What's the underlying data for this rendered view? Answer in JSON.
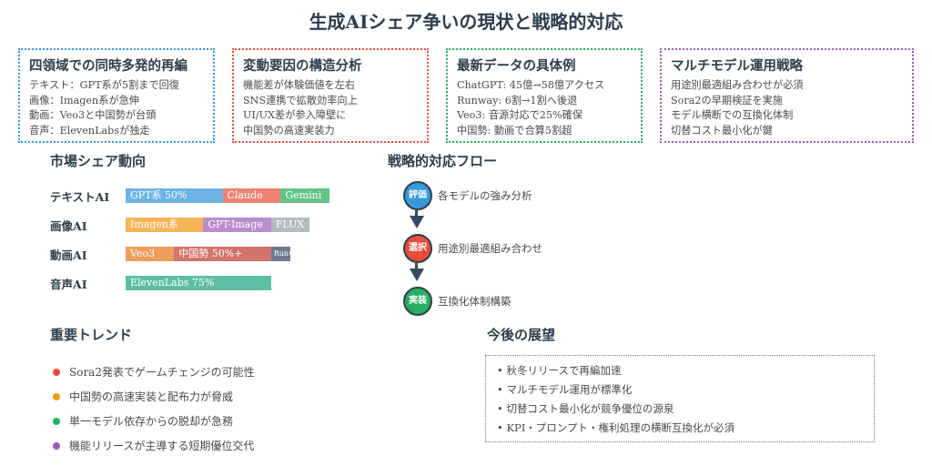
{
  "title": "生成AIシェア争いの現状と戦略的対応",
  "cards": [
    {
      "title": "四領域での同時多発的再編",
      "color": "#3498db",
      "lines": [
        "テキスト：GPT系が5割まで回復",
        "画像：Imagen系が急伸",
        "動画：Veo3と中国勢が台頭",
        "音声：ElevenLabsが独走"
      ]
    },
    {
      "title": "変動要因の構造分析",
      "color": "#e74c3c",
      "lines": [
        "機能差が体験価値を左右",
        "SNS連携で拡散効率向上",
        "UI/UX差が参入障壁に",
        "中国勢の高速実装力"
      ]
    },
    {
      "title": "最新データの具体例",
      "color": "#27ae60",
      "lines": [
        "ChatGPT: 45億→58億アクセス",
        "Runway: 6割→1割へ後退",
        "Veo3: 音源対応で25%確保",
        "中国勢: 動画で合算5割超"
      ]
    },
    {
      "title": "マルチモデル運用戦略",
      "color": "#9b59b6",
      "lines": [
        "用途別最適組み合わせが必須",
        "Sora2の早期検証を実施",
        "モデル横断での互換化体制",
        "切替コスト最小化が鍵"
      ]
    }
  ],
  "market": {
    "title": "市場シェア動向",
    "rows": [
      {
        "label": "テキストAI",
        "segments": [
          {
            "label": "GPT系 50%",
            "share": 50,
            "color": "#6cb4e4"
          },
          {
            "label": "Claude",
            "share": 30,
            "color": "#ef8273"
          },
          {
            "label": "Gemini",
            "share": 25,
            "color": "#62c386"
          }
        ]
      },
      {
        "label": "画像AI",
        "segments": [
          {
            "label": "Imagen系",
            "share": 40,
            "color": "#f5b557"
          },
          {
            "label": "GPT-Image",
            "share": 35,
            "color": "#b98ccb"
          },
          {
            "label": "FLUX",
            "share": 20,
            "color": "#b2bcbd"
          }
        ]
      },
      {
        "label": "動画AI",
        "segments": [
          {
            "label": "Veo3",
            "share": 25,
            "color": "#ec9e5c"
          },
          {
            "label": "中国勢 50%+",
            "share": 50,
            "color": "#d2746a"
          },
          {
            "label": "Runway",
            "share": 10,
            "color": "#6c7b8b"
          }
        ]
      },
      {
        "label": "音声AI",
        "segments": [
          {
            "label": "ElevenLabs 75%",
            "share": 75,
            "color": "#5cbfa5"
          }
        ]
      }
    ]
  },
  "flow": {
    "title": "戦略的対応フロー",
    "steps": [
      {
        "badge": "評価",
        "label": "各モデルの強み分析",
        "color": "#3498db"
      },
      {
        "badge": "選択",
        "label": "用途別最適組み合わせ",
        "color": "#e74c3c"
      },
      {
        "badge": "実装",
        "label": "互換化体制構築",
        "color": "#27ae60"
      }
    ]
  },
  "trends": {
    "title": "重要トレンド",
    "items": [
      {
        "text": "Sora2発表でゲームチェンジの可能性",
        "color": "#e74c3c"
      },
      {
        "text": "中国勢の高速実装と配布力が脅威",
        "color": "#f39c12"
      },
      {
        "text": "単一モデル依存からの脱却が急務",
        "color": "#27ae60"
      },
      {
        "text": "機能リリースが主導する短期優位交代",
        "color": "#9b59b6"
      }
    ]
  },
  "outlook": {
    "title": "今後の展望",
    "items": [
      "• 秋冬リリースで再編加速",
      "• マルチモデル運用が標準化",
      "• 切替コスト最小化が競争優位の源泉",
      "• KPI・プロンプト・権利処理の横断互換化が必須"
    ]
  }
}
